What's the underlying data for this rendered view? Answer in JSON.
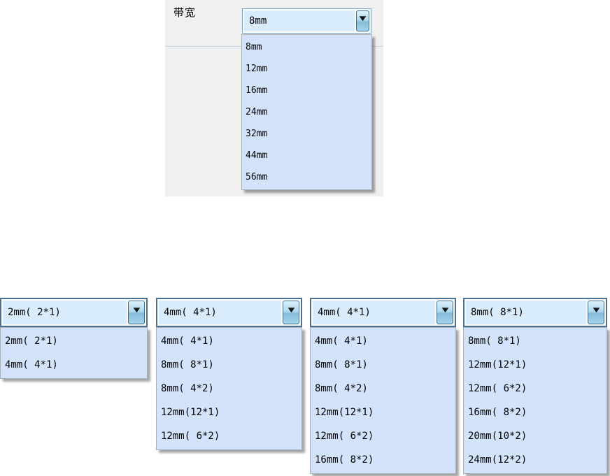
{
  "bandwidth_section": {
    "label": "带宽",
    "combo": {
      "value": "8mm",
      "options": [
        "8mm",
        "12mm",
        "16mm",
        "24mm",
        "32mm",
        "44mm",
        "56mm"
      ]
    }
  },
  "width_combos": [
    {
      "value": "2mm( 2*1)",
      "options": [
        "2mm( 2*1)",
        "4mm( 4*1)"
      ]
    },
    {
      "value": "4mm( 4*1)",
      "options": [
        "4mm( 4*1)",
        "8mm( 8*1)",
        "8mm( 4*2)",
        "12mm(12*1)",
        "12mm( 6*2)"
      ]
    },
    {
      "value": "4mm( 4*1)",
      "options": [
        "4mm( 4*1)",
        "8mm( 8*1)",
        "8mm( 4*2)",
        "12mm(12*1)",
        "12mm( 6*2)",
        "16mm( 8*2)"
      ]
    },
    {
      "value": "8mm( 8*1)",
      "options": [
        "8mm( 8*1)",
        "12mm(12*1)",
        "12mm( 6*2)",
        "16mm( 8*2)",
        "20mm(10*2)",
        "24mm(12*2)"
      ]
    }
  ],
  "icons": {
    "dropdown_arrow": "▼"
  },
  "colors": {
    "panel_bg": "#f0f0f0",
    "field_fill": "#d9ecfc",
    "list_bg": "#d3e3fb",
    "combo_border_top": "#74a2c3",
    "combo_border_bottom": "#4a7193",
    "button_border": "#3a6d92",
    "divider": "#c9d7e2"
  }
}
